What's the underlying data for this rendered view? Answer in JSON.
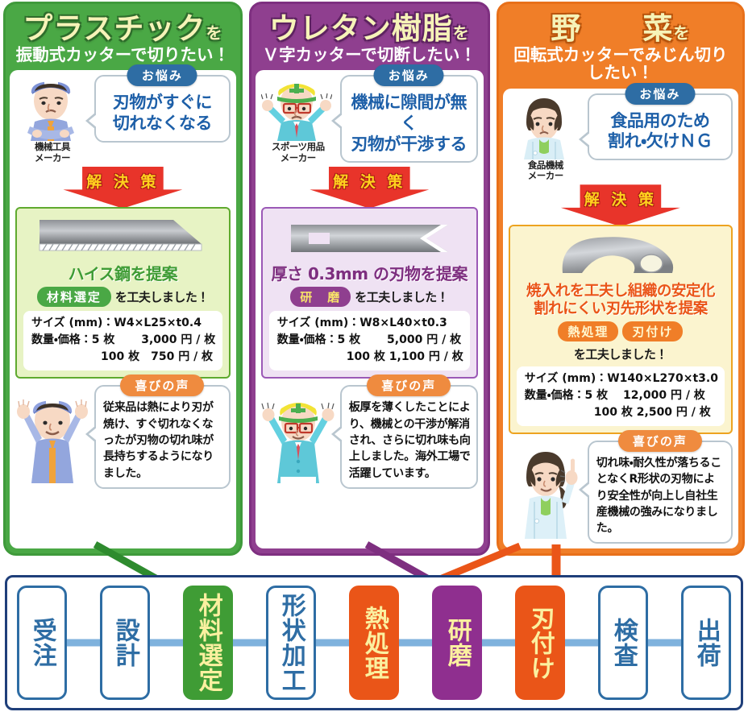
{
  "cases": [
    {
      "id": "plastic",
      "accent": "#4aa845",
      "header": {
        "main": "プラスチック",
        "main_suffix": "を",
        "sub": "振動式カッターで切りたい！"
      },
      "problem": {
        "pill": "お悩み",
        "persona_label": "機械工具\nメーカー",
        "persona_icon": "worker-crossed-arms-icon",
        "text_lines": [
          "刃物がすぐに",
          "切れなくなる"
        ]
      },
      "solution_arrow": "解 決 策",
      "solution": {
        "blade_icon": "straight-blade-icon",
        "title_lines": [
          "ハイス鋼を提案"
        ],
        "tags": [
          "材料選定"
        ],
        "tag_suffix": "を工夫しました！",
        "spec_lines": [
          {
            "text": "サイズ (mm)：W4×L25×t0.4",
            "indent": false
          },
          {
            "text": "数量・価格：5 枚　　 3,000 円 / 枚",
            "indent": false
          },
          {
            "text": "100 枚　750 円 / 枚",
            "indent": true
          }
        ]
      },
      "joy": {
        "pill": "喜びの声",
        "persona_icon": "happy-worker-cap-icon",
        "text": "従来品は熱により刃が焼け、すぐ切れなくなったが刃物の切れ味が長持ちするようになりました。"
      }
    },
    {
      "id": "urethane",
      "accent": "#8f3f8f",
      "header": {
        "main": "ウレタン樹脂",
        "main_suffix": "を",
        "sub": "Ｖ字カッターで切断したい！"
      },
      "problem": {
        "pill": "お悩み",
        "persona_label": "スポーツ用品\nメーカー",
        "persona_icon": "worker-helmet-glasses-icon",
        "text_lines": [
          "機械に隙間が無く",
          "刃物が干渉する"
        ]
      },
      "solution_arrow": "解 決 策",
      "solution": {
        "blade_icon": "v-notch-blade-icon",
        "title_lines": [
          "厚さ 0.3mm の刃物を提案"
        ],
        "tags": [
          "研　磨"
        ],
        "tag_suffix": "を工夫しました！",
        "spec_lines": [
          {
            "text": "サイズ (mm)：W8×L40×t0.3",
            "indent": false
          },
          {
            "text": "数量・価格：5 枚　　 5,000 円 / 枚",
            "indent": false
          },
          {
            "text": "100 枚 1,100 円 / 枚",
            "indent": true
          }
        ]
      },
      "joy": {
        "pill": "喜びの声",
        "persona_icon": "cheering-engineer-icon",
        "text": "板厚を薄くしたことにより、機械との干渉が解消され、さらに切れ味も向上しました。海外工場で活躍しています。"
      }
    },
    {
      "id": "vegetable",
      "accent": "#f07e28",
      "header": {
        "main": "野　　菜",
        "main_suffix": "を",
        "sub": "回転式カッターでみじん切りしたい！"
      },
      "problem": {
        "pill": "お悩み",
        "persona_label": "食品機械\nメーカー",
        "persona_icon": "worried-woman-labcoat-icon",
        "text_lines": [
          "食品用のため",
          "割れ・欠けＮＧ"
        ]
      },
      "solution_arrow": "解 決 策",
      "solution": {
        "blade_icon": "curved-rotary-blade-icon",
        "title_lines": [
          "焼入れを工夫し組織の安定化",
          "割れにくい刃先形状を提案"
        ],
        "tags": [
          "熱処理",
          "刃付け"
        ],
        "tag_suffix": "を工夫しました！",
        "spec_lines": [
          {
            "text": "サイズ (mm)：W140×L270×t3.0",
            "indent": false
          },
          {
            "text": "数量・価格：5 枚　 12,000 円 / 枚",
            "indent": false
          },
          {
            "text": "100 枚 2,500 円 / 枚",
            "indent": true
          }
        ]
      },
      "joy": {
        "pill": "喜びの声",
        "persona_icon": "pointing-woman-labcoat-icon",
        "text": "切れ味・耐久性が落ちることなくR形状の刃物により安全性が向上し自社生産機械の強みになりました。"
      }
    }
  ],
  "flow": {
    "steps": [
      {
        "label": "受注",
        "style": "plain"
      },
      {
        "label": "設計",
        "style": "plain"
      },
      {
        "label": "材料選定",
        "style": "green"
      },
      {
        "label": "形状加工",
        "style": "plain"
      },
      {
        "label": "熱処理",
        "style": "orange"
      },
      {
        "label": "研磨",
        "style": "purple"
      },
      {
        "label": "刃付け",
        "style": "orange"
      },
      {
        "label": "検査",
        "style": "plain"
      },
      {
        "label": "出荷",
        "style": "plain"
      }
    ]
  }
}
